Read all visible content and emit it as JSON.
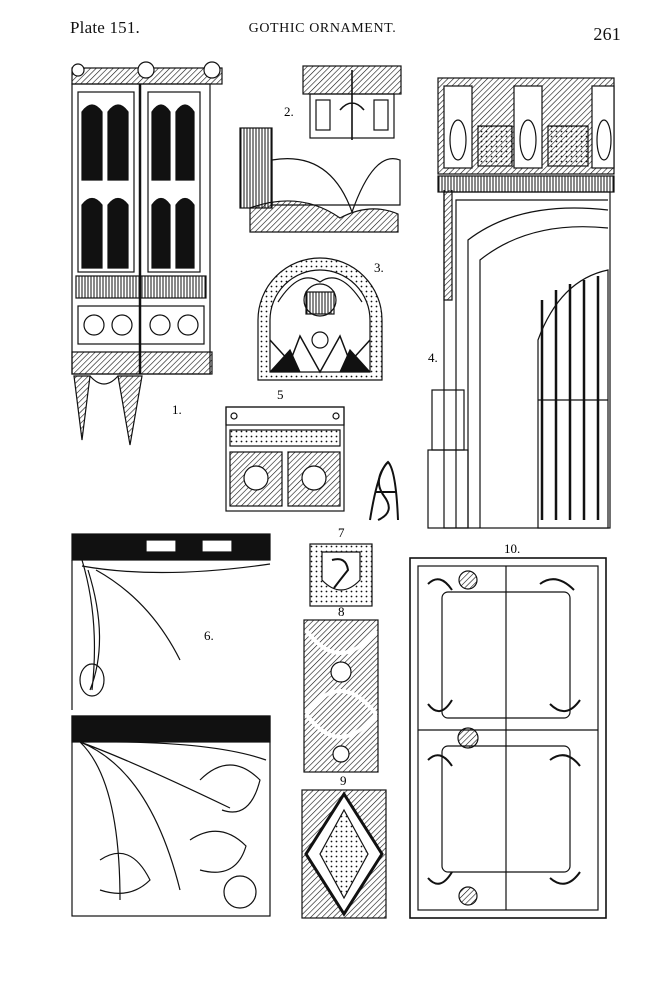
{
  "header": {
    "plate_label": "Plate 151.",
    "title": "GOTHIC ORNAMENT.",
    "page_number": "261"
  },
  "figures": [
    {
      "label": "1."
    },
    {
      "label": "2."
    },
    {
      "label": "3."
    },
    {
      "label": "4."
    },
    {
      "label": "5"
    },
    {
      "label": "6."
    },
    {
      "label": "7"
    },
    {
      "label": "8"
    },
    {
      "label": "9"
    },
    {
      "label": "10."
    }
  ],
  "colors": {
    "ink": "#111111",
    "paper": "#ffffff"
  }
}
